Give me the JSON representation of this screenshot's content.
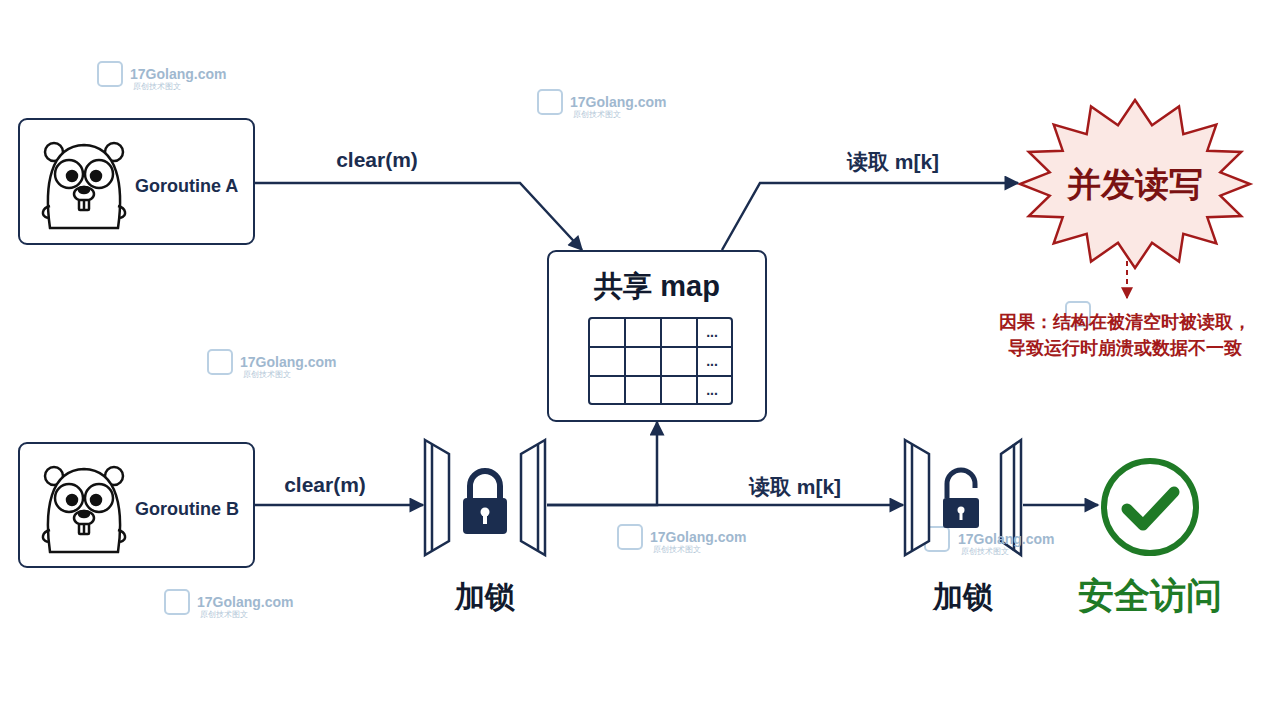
{
  "diagram": {
    "nodes": [
      {
        "text": [
          "Goroutine A"
        ]
      },
      {
        "text": [
          "共享 map"
        ]
      },
      {
        "text": [
          "并发读写"
        ]
      },
      {
        "text": [
          "Goroutine B"
        ]
      },
      {
        "text": [
          "加锁"
        ]
      },
      {
        "text": [
          "加锁"
        ]
      },
      {
        "text": [
          "安全访问"
        ]
      }
    ],
    "edges": [
      {
        "from": 0,
        "to": 1,
        "label": "clear(m)",
        "arrow": "to"
      },
      {
        "from": 1,
        "to": 2,
        "label": "读取 m[k]",
        "arrow": "to"
      },
      {
        "from": 3,
        "to": 4,
        "label": "clear(m)",
        "arrow": "to"
      },
      {
        "from": 4,
        "to": 1,
        "arrow": "to"
      },
      {
        "from": 4,
        "to": 5,
        "label": "读取 m[k]",
        "arrow": "to"
      },
      {
        "from": 5,
        "to": 6,
        "arrow": "to"
      }
    ],
    "labels": [
      "因果：结构在被清空时被读取， 导致运行时崩溃或数据不一致",
      "...",
      "...",
      "...",
      "17Golang.com",
      "原创技术图文",
      "17Golang.com",
      "原创技术图文",
      "17Golang.com",
      "原创技术图文",
      "17Golang.com",
      "原创技术图文",
      "17Golang.com",
      "原创技术图文",
      "17Golang.com",
      "原创技术图文"
    ]
  }
}
